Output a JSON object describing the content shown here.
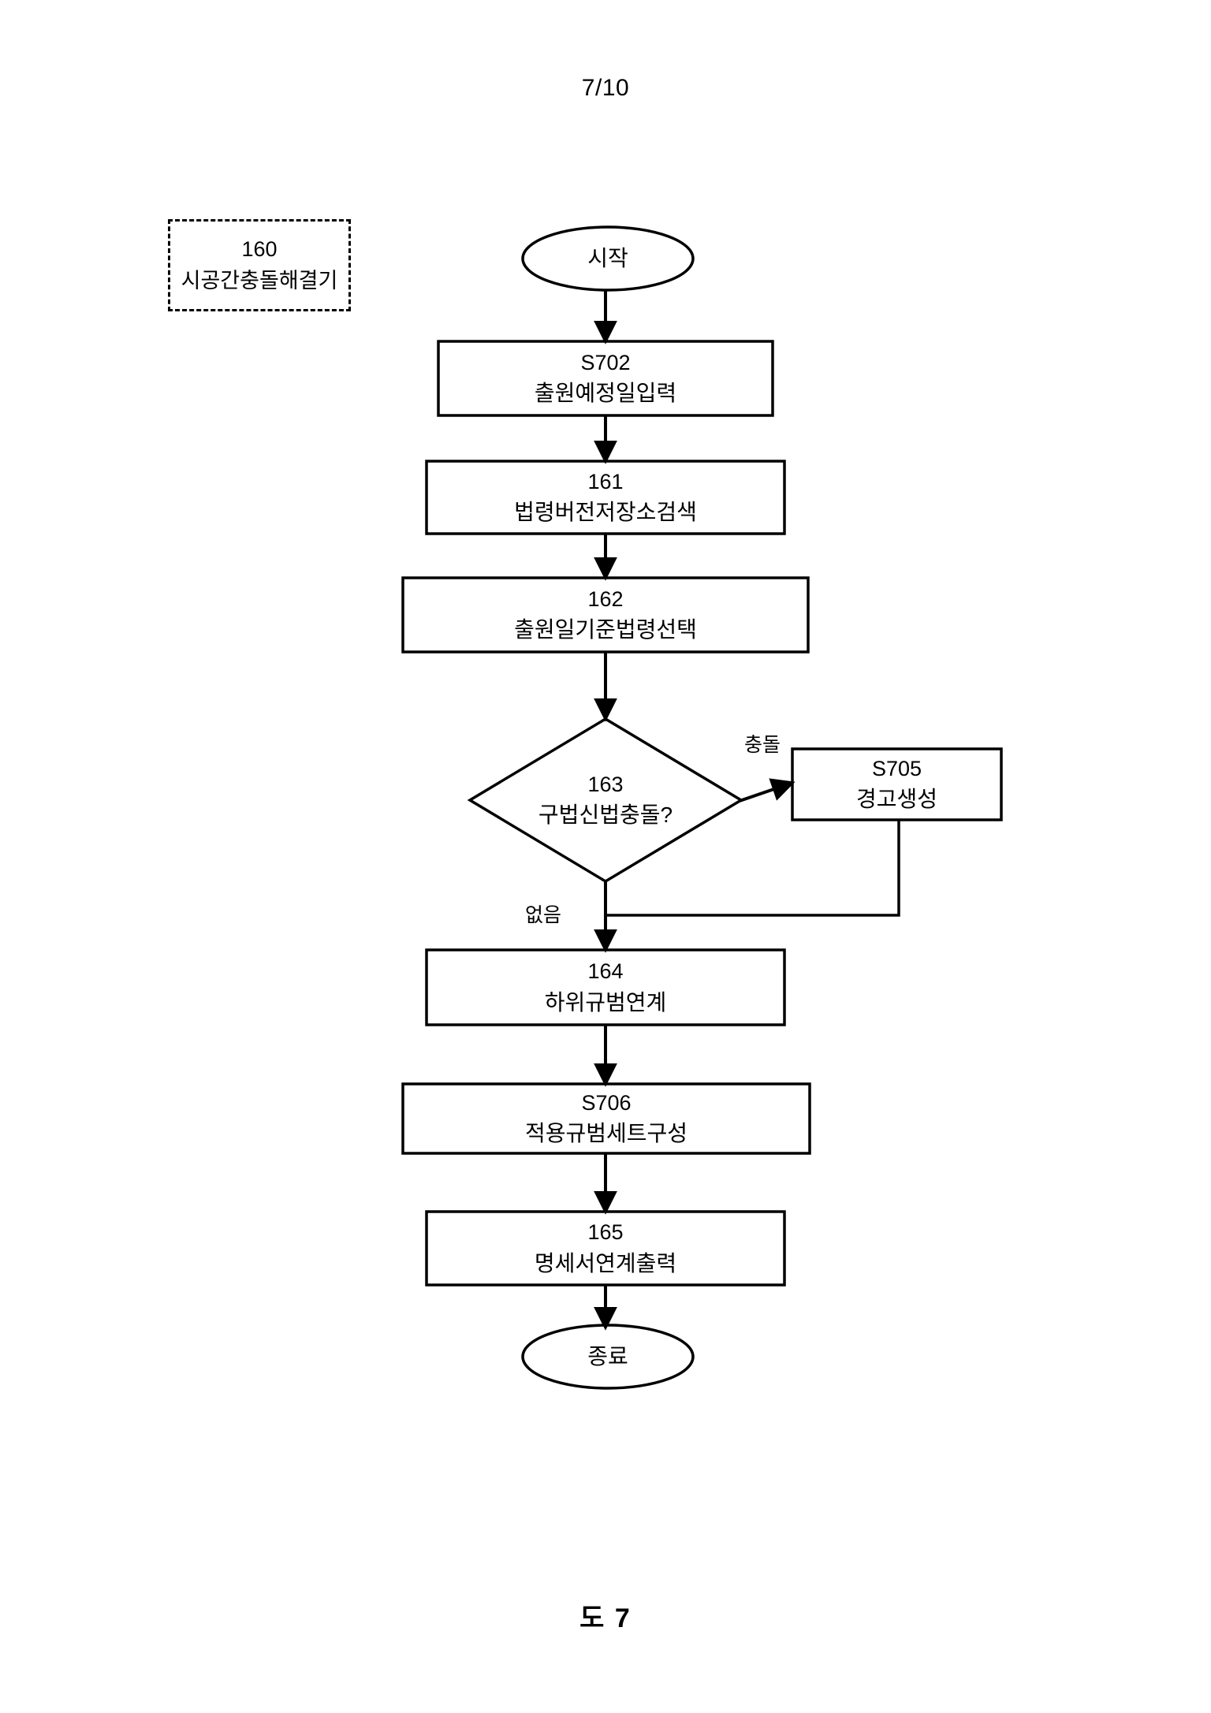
{
  "sheet": {
    "page_number": "7/10",
    "figure_caption": "도 7",
    "background_color": "#ffffff",
    "line_color": "#000000"
  },
  "legend": {
    "number": "160",
    "label": "시공간충돌해결기"
  },
  "flowchart": {
    "type": "flowchart",
    "start_node": {
      "label": "시작",
      "shape": "ellipse"
    },
    "end_node": {
      "label": "종료",
      "shape": "ellipse"
    },
    "nodes": [
      {
        "id": "S702",
        "number": "S702",
        "label": "출원예정일입력",
        "shape": "process"
      },
      {
        "id": "161",
        "number": "161",
        "label": "법령버전저장소검색",
        "shape": "process"
      },
      {
        "id": "162",
        "number": "162",
        "label": "출원일기준법령선택",
        "shape": "process"
      },
      {
        "id": "163",
        "number": "163",
        "label": "구법신법충돌?",
        "shape": "decision"
      },
      {
        "id": "S705",
        "number": "S705",
        "label": "경고생성",
        "shape": "process"
      },
      {
        "id": "164",
        "number": "164",
        "label": "하위규범연계",
        "shape": "process"
      },
      {
        "id": "S706",
        "number": "S706",
        "label": "적용규범세트구성",
        "shape": "process"
      },
      {
        "id": "165",
        "number": "165",
        "label": "명세서연계출력",
        "shape": "process"
      }
    ],
    "edge_labels": {
      "conflict": "충돌",
      "none": "없음"
    }
  }
}
